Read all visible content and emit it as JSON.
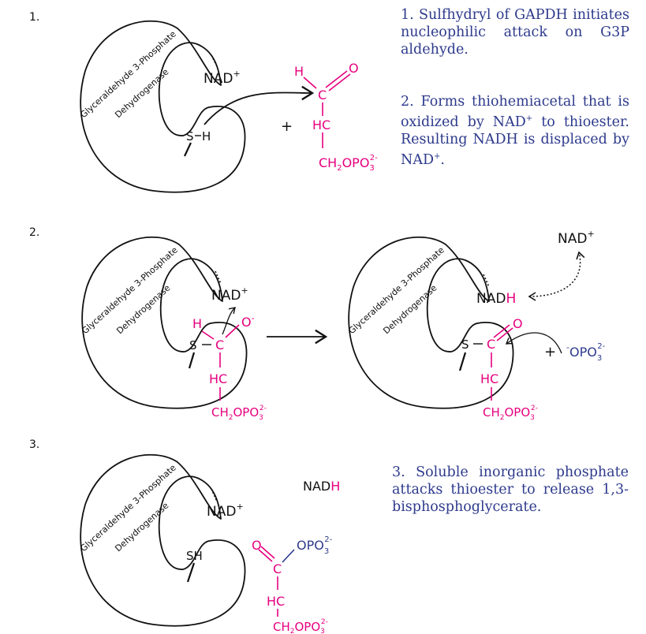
{
  "colors": {
    "outline": "#111111",
    "substrate": "#e6007e",
    "phosphate": "#2d3a8c",
    "annotation": "#2d3a8c"
  },
  "steps": [
    {
      "number": "1."
    },
    {
      "number": "2."
    },
    {
      "number": "3."
    }
  ],
  "enzyme": {
    "label_line1": "Glyceraldehyde 3-Phosphate",
    "label_line2": "Dehydrogenase"
  },
  "cofactor": {
    "nad": "NAD",
    "plus": "+",
    "nadh_nad": "NAD",
    "nadh_h": "H"
  },
  "thiol": {
    "s": "S",
    "h": "H",
    "sh": "SH"
  },
  "substrate": {
    "h": "H",
    "c": "C",
    "o": "O",
    "hc": "HC",
    "ch2": "CH",
    "sub2": "2",
    "opo": "OPO",
    "sub3": "3",
    "charge": "2-",
    "o_minus": "-"
  },
  "reaction": {
    "plus": "+"
  },
  "phosphate": {
    "minus": "-",
    "opo": "OPO",
    "sub3": "3",
    "charge": "2-"
  },
  "annotations": {
    "step1": "1.  Sulfhydryl of GAPDH initiates nucleophilic attack on G3P aldehyde.",
    "step2_a": "2.      Forms thiohemiacetal that is oxidized by NAD",
    "step2_b": " to thioester. Resulting NADH is displaced by NAD",
    "step2_c": ".",
    "step3": "3.  Soluble inorganic phosphate attacks thioester to release 1,3-bisphosphoglycerate."
  }
}
